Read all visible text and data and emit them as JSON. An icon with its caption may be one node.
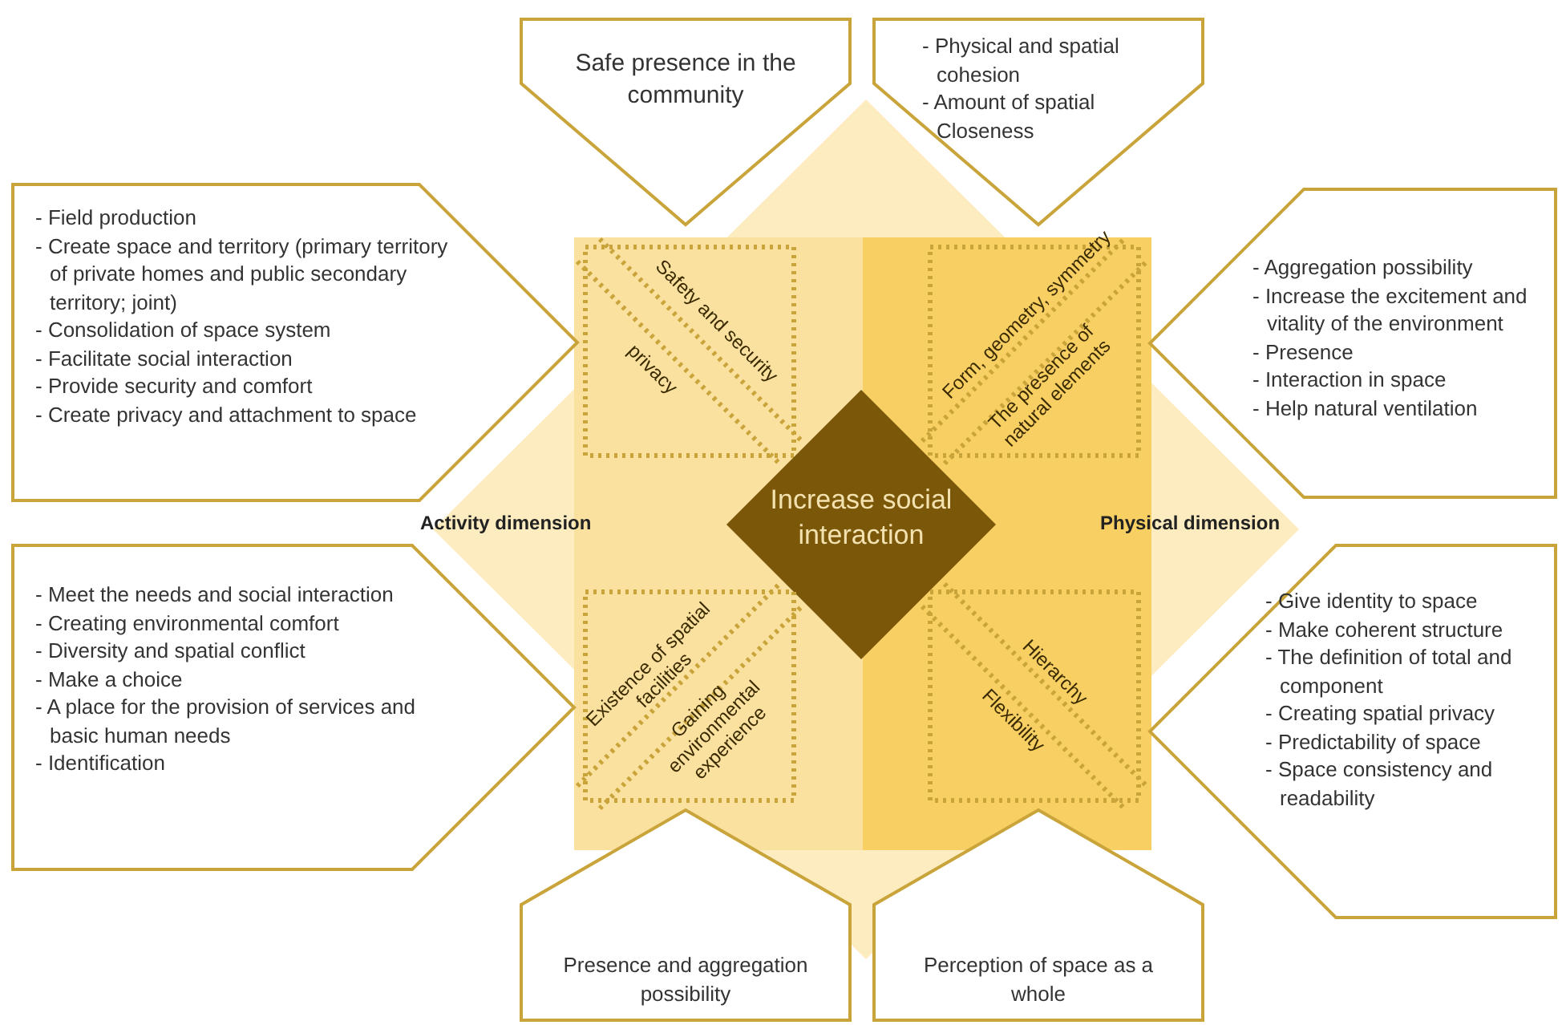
{
  "diagram": {
    "nodes": [
      {
        "text": [
          "Safe presence in the community"
        ]
      },
      {
        "text": [
          "- Physical and spatial cohesion",
          "- Amount of spatial Closeness"
        ]
      },
      {
        "text": [
          "- Field production",
          "- Create space and territory (primary territory of private homes and public secondary territory; joint)",
          "- Consolidation of space system",
          "- Facilitate social interaction",
          "- Provide security and comfort",
          "- Create privacy and attachment to space"
        ]
      },
      {
        "text": [
          "Safety and security",
          "privacy"
        ]
      },
      {
        "text": [
          "Form, geometry, symmetry",
          "The presence of natural elements"
        ]
      },
      {
        "text": [
          "- Aggregation possibility",
          "- Increase the excitement and vitality of the environment",
          "- Presence",
          "- Interaction in space",
          "- Help natural ventilation"
        ]
      },
      {
        "text": [
          "Increase social interaction"
        ]
      },
      {
        "text": [
          "- Meet the needs and social interaction",
          "- Creating environmental comfort",
          "- Diversity and spatial conflict",
          "- Make a choice",
          "- A place for the provision of services and basic human needs",
          "- Identification"
        ]
      },
      {
        "text": [
          "Existence of spatial facilities",
          "Gaining environmental experience"
        ]
      },
      {
        "text": [
          "Hierarchy",
          "Flexibility"
        ]
      },
      {
        "text": [
          "- Give identity to space",
          "- Make coherent structure",
          "- The definition of total and component",
          "- Creating spatial privacy",
          "- Predictability of space",
          "- Space consistency and readability"
        ]
      },
      {
        "text": [
          "Presence and aggregation possibility"
        ]
      },
      {
        "text": [
          "Perception of space as a whole"
        ]
      }
    ],
    "edges": [],
    "labels": [
      "Activity dimension",
      "Physical dimension"
    ]
  }
}
